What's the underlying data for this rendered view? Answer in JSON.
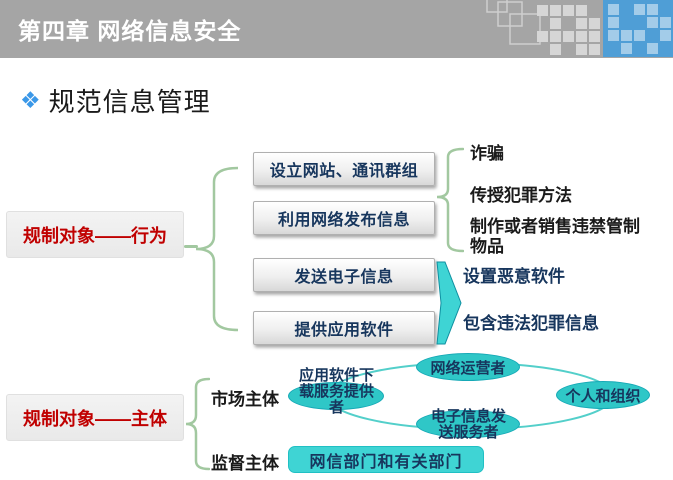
{
  "colors": {
    "header_bg": "#a5a5a5",
    "accent_blue": "#4f9ed6",
    "blue_square": "#a3cce9",
    "gray_square": "#d6d6d6",
    "outline_square": "#cfcfcf",
    "red": "#c00000",
    "navy": "#17365d",
    "green": "#a2c8a0",
    "teal_fill": "#2fc7c7",
    "teal_connector": "#53cfca",
    "bullet_blue": "#3b98e8"
  },
  "header": {
    "title": "第四章 网络信息安全"
  },
  "section": {
    "bullet": "❖",
    "title": "规范信息管理"
  },
  "behavior": {
    "label": "规制对象——行为",
    "buttons": [
      "设立网站、通讯群组",
      "利用网络发布信息",
      "发送电子信息",
      "提供应用软件"
    ],
    "offenses_top": [
      "诈骗",
      "传授犯罪方法",
      "制作或者销售违禁管制物品"
    ],
    "offenses_bottom": [
      "设置恶意软件",
      "包含违法犯罪信息"
    ]
  },
  "subject": {
    "label": "规制对象——主体",
    "market": "市场主体",
    "supervision": "监督主体",
    "ellipse_app": "应用软件下载服务提供者",
    "ellipse_network": "网络运营者",
    "ellipse_message": "电子信息发送服务者",
    "ellipse_individual": "个人和组织",
    "authority": "网信部门和有关部门"
  }
}
